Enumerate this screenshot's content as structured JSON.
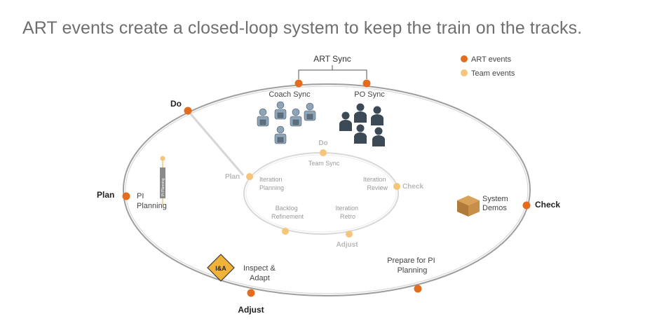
{
  "title": "ART events create a closed-loop system to keep the train on the tracks.",
  "colors": {
    "art_event": "#e36c1e",
    "team_event": "#f5c679",
    "ring_outer": "#9e9e9e",
    "ring_inner": "#d8d8d8",
    "people_dark": "#3b4a56",
    "people_light": "#8ea4b8"
  },
  "legend": {
    "art_events": "ART events",
    "team_events": "Team events"
  },
  "outer_loop": {
    "art_sync": "ART Sync",
    "coach_sync": "Coach Sync",
    "po_sync": "PO Sync",
    "do": "Do",
    "plan": "Plan",
    "pi_planning": "PI\nPlanning",
    "check": "Check",
    "system_demos": "System\nDemos",
    "adjust": "Adjust",
    "inspect_adapt": "Inspect &\nAdapt",
    "prepare_pi": "Prepare for PI\nPlanning",
    "ia_badge": "I&A",
    "pi_planning_bar": "PI Planning"
  },
  "inner_loop": {
    "do": "Do",
    "team_sync": "Team Sync",
    "plan": "Plan",
    "iteration_planning": "Iteration\nPlanning",
    "iteration_review": "Iteration\nReview",
    "check": "Check",
    "backlog_refinement": "Backlog\nRefinement",
    "iteration_retro": "Iteration\nRetro",
    "adjust": "Adjust"
  }
}
